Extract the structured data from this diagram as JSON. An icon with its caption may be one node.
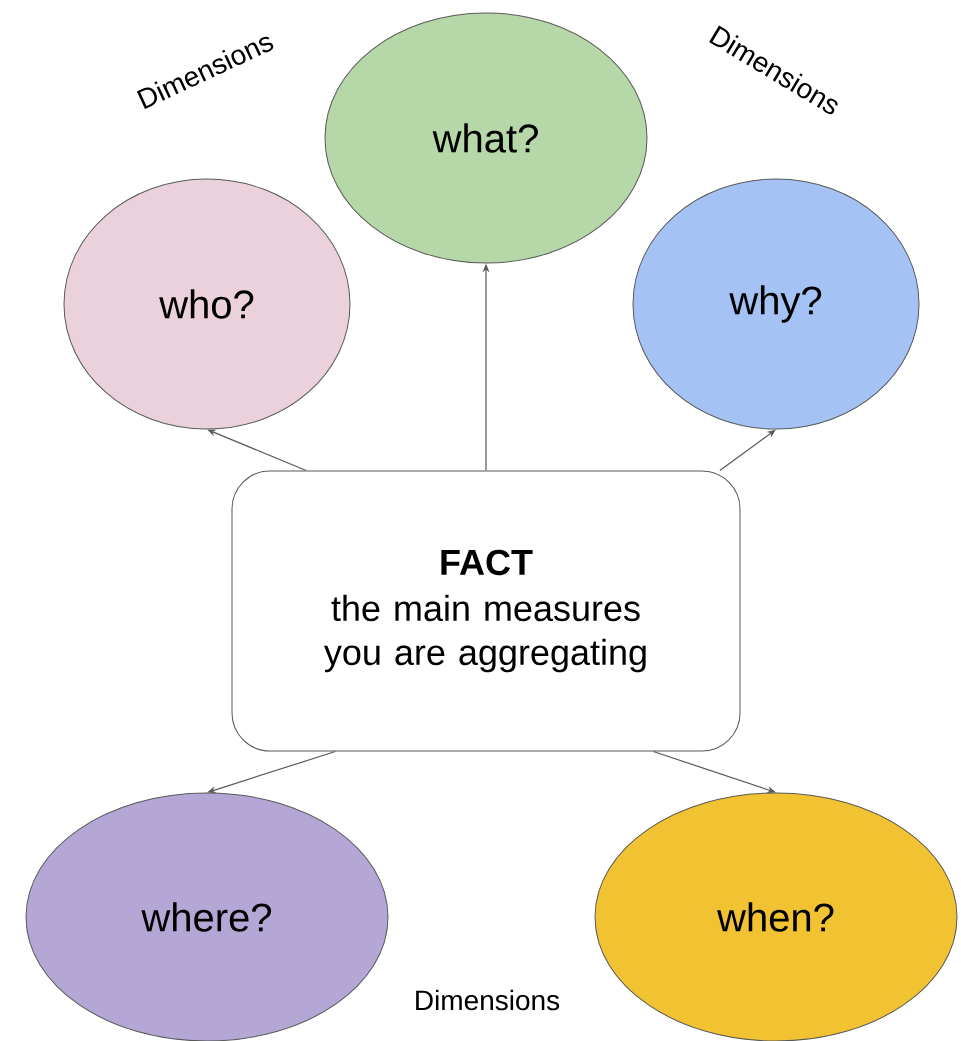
{
  "diagram": {
    "nodes": [
      {
        "text": [
          "FACT",
          "the main measures you are aggregating"
        ]
      },
      {
        "text": [
          "what?"
        ]
      },
      {
        "text": [
          "who?"
        ]
      },
      {
        "text": [
          "why?"
        ]
      },
      {
        "text": [
          "where?"
        ]
      },
      {
        "text": [
          "when?"
        ]
      }
    ],
    "edges": [
      {
        "from": 0,
        "to": 1,
        "arrow": "to"
      },
      {
        "from": 0,
        "to": 2,
        "arrow": "to"
      },
      {
        "from": 0,
        "to": 3,
        "arrow": "to"
      },
      {
        "from": 0,
        "to": 4,
        "arrow": "to"
      },
      {
        "from": 0,
        "to": 5,
        "arrow": "to"
      }
    ],
    "labels": [
      "Dimensions",
      "Dimensions",
      "Dimensions"
    ]
  }
}
